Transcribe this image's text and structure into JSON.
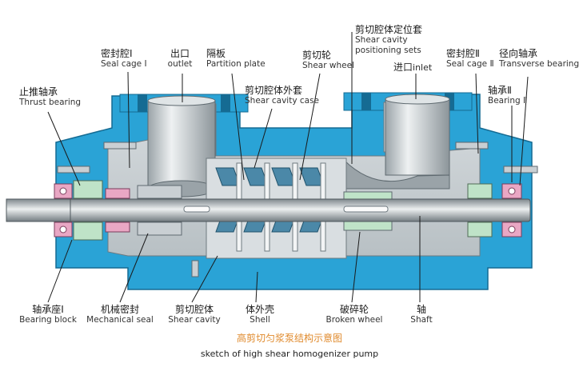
{
  "labels": {
    "thrust_bearing": {
      "cn": "止推轴承",
      "en": "Thrust bearing"
    },
    "seal_cage_1": {
      "cn": "密封腔Ⅰ",
      "en": "Seal cage Ⅰ"
    },
    "outlet": {
      "cn": "出口",
      "en": "outlet"
    },
    "partition_plate": {
      "cn": "隔板",
      "en": "Partition plate"
    },
    "shear_cavity_case": {
      "cn": "剪切腔体外套",
      "en": "Shear cavity case"
    },
    "shear_wheel": {
      "cn": "剪切轮",
      "en": "Shear wheel"
    },
    "positioning_sets": {
      "cn": "剪切腔体定位套",
      "en1": "Shear cavity",
      "en2": "positioning sets"
    },
    "inlet": {
      "cn": "进口",
      "en": "inlet"
    },
    "seal_cage_2": {
      "cn": "密封腔Ⅱ",
      "en": "Seal cage Ⅱ"
    },
    "transverse_bearing": {
      "cn": "径向轴承",
      "en": "Transverse bearing"
    },
    "bearing_2": {
      "cn": "轴承Ⅱ",
      "en": "Bearing Ⅱ"
    },
    "bearing_block": {
      "cn": "轴承座Ⅰ",
      "en": "Bearing block"
    },
    "mechanical_seal": {
      "cn": "机械密封",
      "en": "Mechanical seal"
    },
    "shear_cavity": {
      "cn": "剪切腔体",
      "en": "Shear cavity"
    },
    "shell": {
      "cn": "体外壳",
      "en": "Shell"
    },
    "broken_wheel": {
      "cn": "破碎轮",
      "en": "Broken wheel"
    },
    "shaft": {
      "cn": "轴",
      "en": "Shaft"
    }
  },
  "caption": {
    "cn": "高剪切匀浆泵结构示意图",
    "en": "sketch of high shear homogenizer pump"
  },
  "colors": {
    "casing_blue": "#2aa3d6",
    "casing_dark": "#1b7fae",
    "metal_grey": "#c9cfd3",
    "metal_dark": "#8b969c",
    "bearing_pink": "#e9a7c4",
    "seal_green": "#bfe3c8",
    "caption_orange": "#e08a2c"
  }
}
